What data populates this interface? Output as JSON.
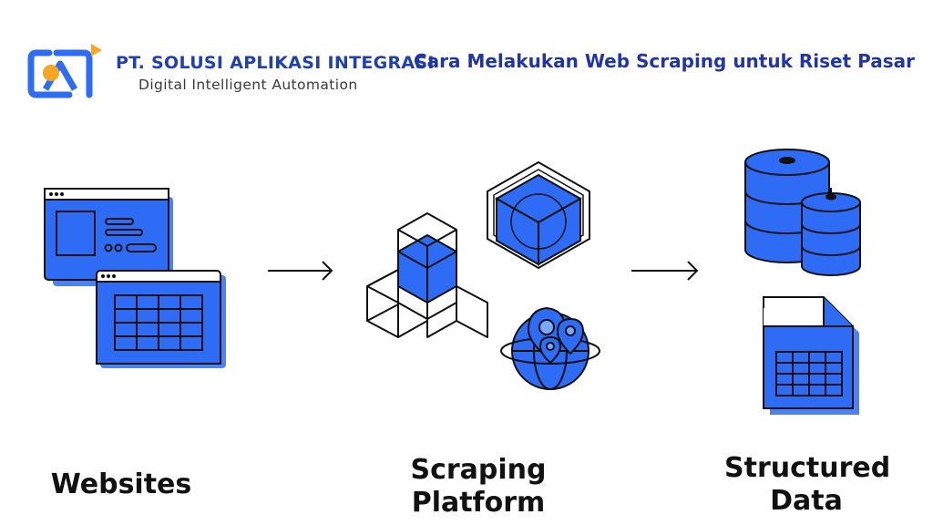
{
  "header": {
    "company_name": "PT. SOLUSI APLIKASI INTEGRASI",
    "tagline": "Digital Intelligent Automation",
    "headline": "Cara Melakukan Web Scraping untuk Riset Pasar"
  },
  "stages": [
    {
      "line1": "Websites"
    },
    {
      "line1": "Scraping",
      "line2": "Platform"
    },
    {
      "line1": "Structured",
      "line2": "Data"
    }
  ],
  "colors": {
    "brand_blue": "#1f3fb5",
    "accent_blue": "#2e6cf6",
    "logo_orange": "#f5a623",
    "outline": "#111111"
  },
  "icons": [
    "company-logo",
    "browser-window-icon",
    "browser-table-icon",
    "cubes-icon",
    "box-icon",
    "globe-pins-icon",
    "database-icon",
    "spreadsheet-file-icon",
    "arrow-right-icon"
  ]
}
